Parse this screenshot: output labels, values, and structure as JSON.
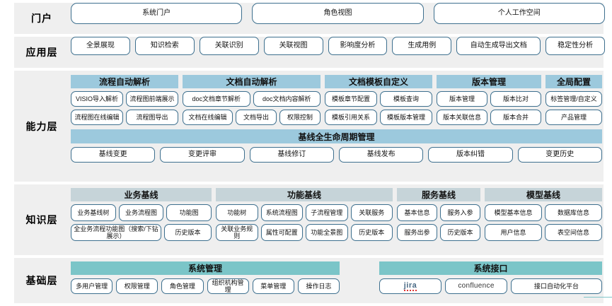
{
  "layers": [
    {
      "key": "portal",
      "label": "门户",
      "items": [
        "系统门户",
        "角色视图",
        "个人工作空间"
      ]
    },
    {
      "key": "application",
      "label": "应用层",
      "items": [
        "全景展现",
        "知识检索",
        "关联识别",
        "关联视图",
        "影响度分析",
        "生成用例",
        "自动生成导出文档",
        "稳定性分析"
      ]
    },
    {
      "key": "capability",
      "label": "能力层",
      "groups": [
        {
          "title": "流程自动解析",
          "rows": [
            [
              "VISIO导入解析",
              "流程图前端展示"
            ],
            [
              "流程图在线编辑",
              "流程图导出"
            ]
          ]
        },
        {
          "title": "文档自动解析",
          "rows": [
            [
              "doc文档章节解析",
              "doc文档内容解析"
            ],
            [
              "文档在线编辑",
              "文档导出",
              "权限控制"
            ]
          ]
        },
        {
          "title": "文档模板自定义",
          "rows": [
            [
              "模板章节配置",
              "模板查询"
            ],
            [
              "模板引用关系",
              "模板版本管理"
            ]
          ]
        },
        {
          "title": "版本管理",
          "rows": [
            [
              "版本管理",
              "版本比对"
            ],
            [
              "版本关联信息",
              "版本合并"
            ]
          ]
        },
        {
          "title": "全局配置",
          "rows": [
            [
              "标签管理/自定义"
            ],
            [
              "产品管理"
            ]
          ]
        }
      ],
      "lifecycle": {
        "title": "基线全生命周期管理",
        "items": [
          "基线变更",
          "变更评审",
          "基线修订",
          "基线发布",
          "版本纠错",
          "变更历史"
        ]
      }
    },
    {
      "key": "knowledge",
      "label": "知识层",
      "groups": [
        {
          "title": "业务基线",
          "rows": [
            [
              "业务基线树",
              "业务流程图",
              "功能图"
            ],
            [
              "全业务流程功能图（搜索/下钻展示）",
              "历史版本"
            ]
          ]
        },
        {
          "title": "功能基线",
          "rows": [
            [
              "功能树",
              "系统流程图",
              "子流程管理",
              "关联服务"
            ],
            [
              "关联业务规则",
              "属性可配置",
              "功能全景图",
              "历史版本"
            ]
          ]
        },
        {
          "title": "服务基线",
          "rows": [
            [
              "基本信息",
              "服务入参"
            ],
            [
              "服务出参",
              "历史版本"
            ]
          ]
        },
        {
          "title": "模型基线",
          "rows": [
            [
              "模型基本信息",
              "数据库信息"
            ],
            [
              "用户信息",
              "表空间信息"
            ]
          ]
        }
      ]
    },
    {
      "key": "base",
      "label": "基础层",
      "groups": [
        {
          "title": "系统管理",
          "rows": [
            [
              "多用户管理",
              "权限管理",
              "角色管理",
              "组织机构管理",
              "菜单管理",
              "操作日志"
            ]
          ]
        },
        {
          "title": "系统接口",
          "rows": [
            [
              "jira",
              "confluence",
              "接口自动化平台"
            ]
          ]
        }
      ]
    }
  ],
  "colors": {
    "band_background": "#efefef",
    "pill_border": "#3d6f8e",
    "header_blue": "#9cc9dd",
    "header_gray": "#c6d4d9",
    "header_teal": "#7bc5c8",
    "page_background": "#ffffff"
  }
}
